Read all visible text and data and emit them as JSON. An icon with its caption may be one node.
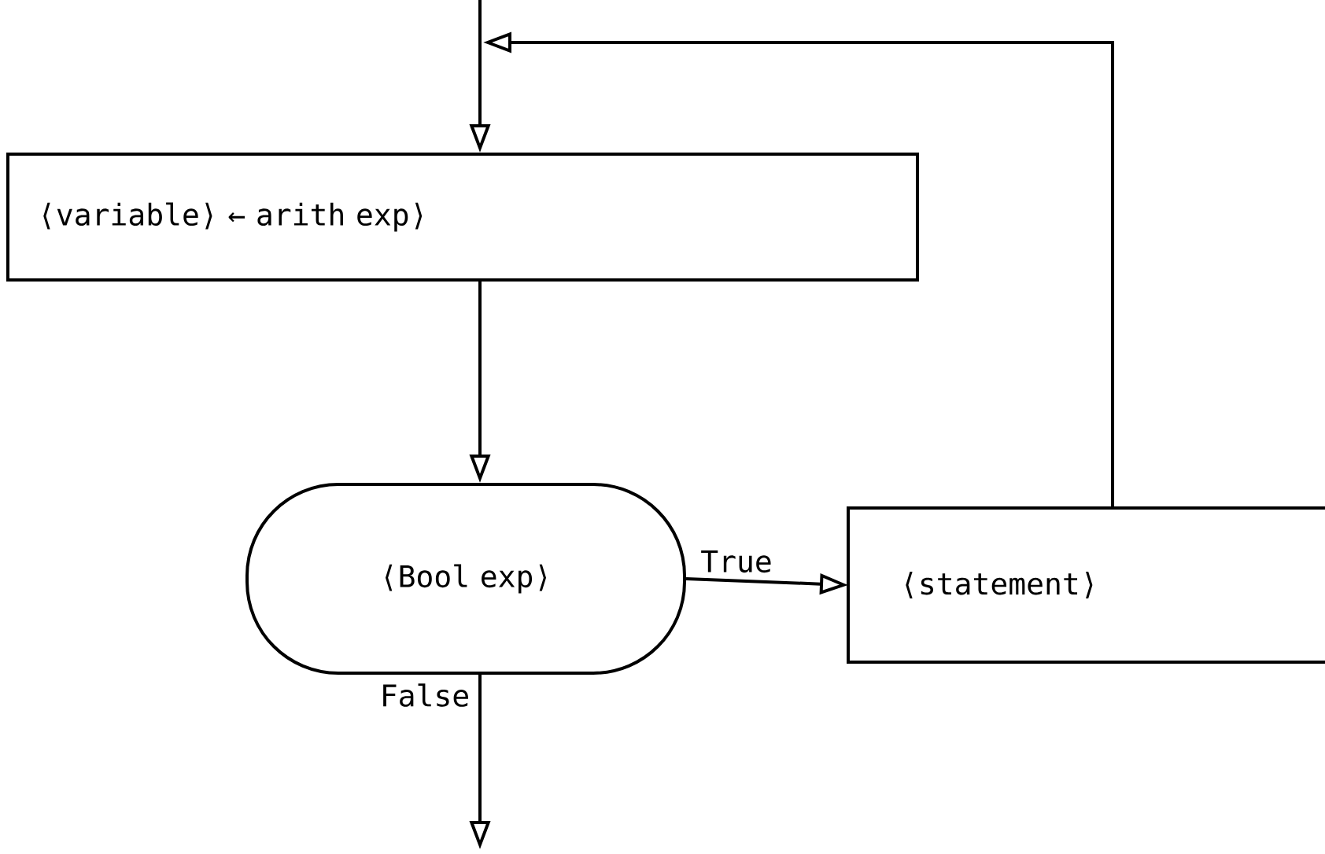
{
  "diagram": {
    "nodes": [
      {
        "text": [
          "⟨variable⟩ ← arith exp⟩"
        ]
      },
      {
        "text": [
          "⟨Bool exp⟩"
        ]
      },
      {
        "text": [
          "⟨statement⟩"
        ]
      }
    ],
    "edges": [
      {
        "from": null,
        "to": 0,
        "arrow": "to"
      },
      {
        "from": 2,
        "to": 0,
        "arrow": "to"
      },
      {
        "from": 0,
        "to": 1,
        "arrow": "to"
      },
      {
        "from": 1,
        "to": 2,
        "arrow": "to",
        "label": "True"
      },
      {
        "from": 1,
        "to": null,
        "arrow": "to",
        "label": "False"
      }
    ]
  }
}
